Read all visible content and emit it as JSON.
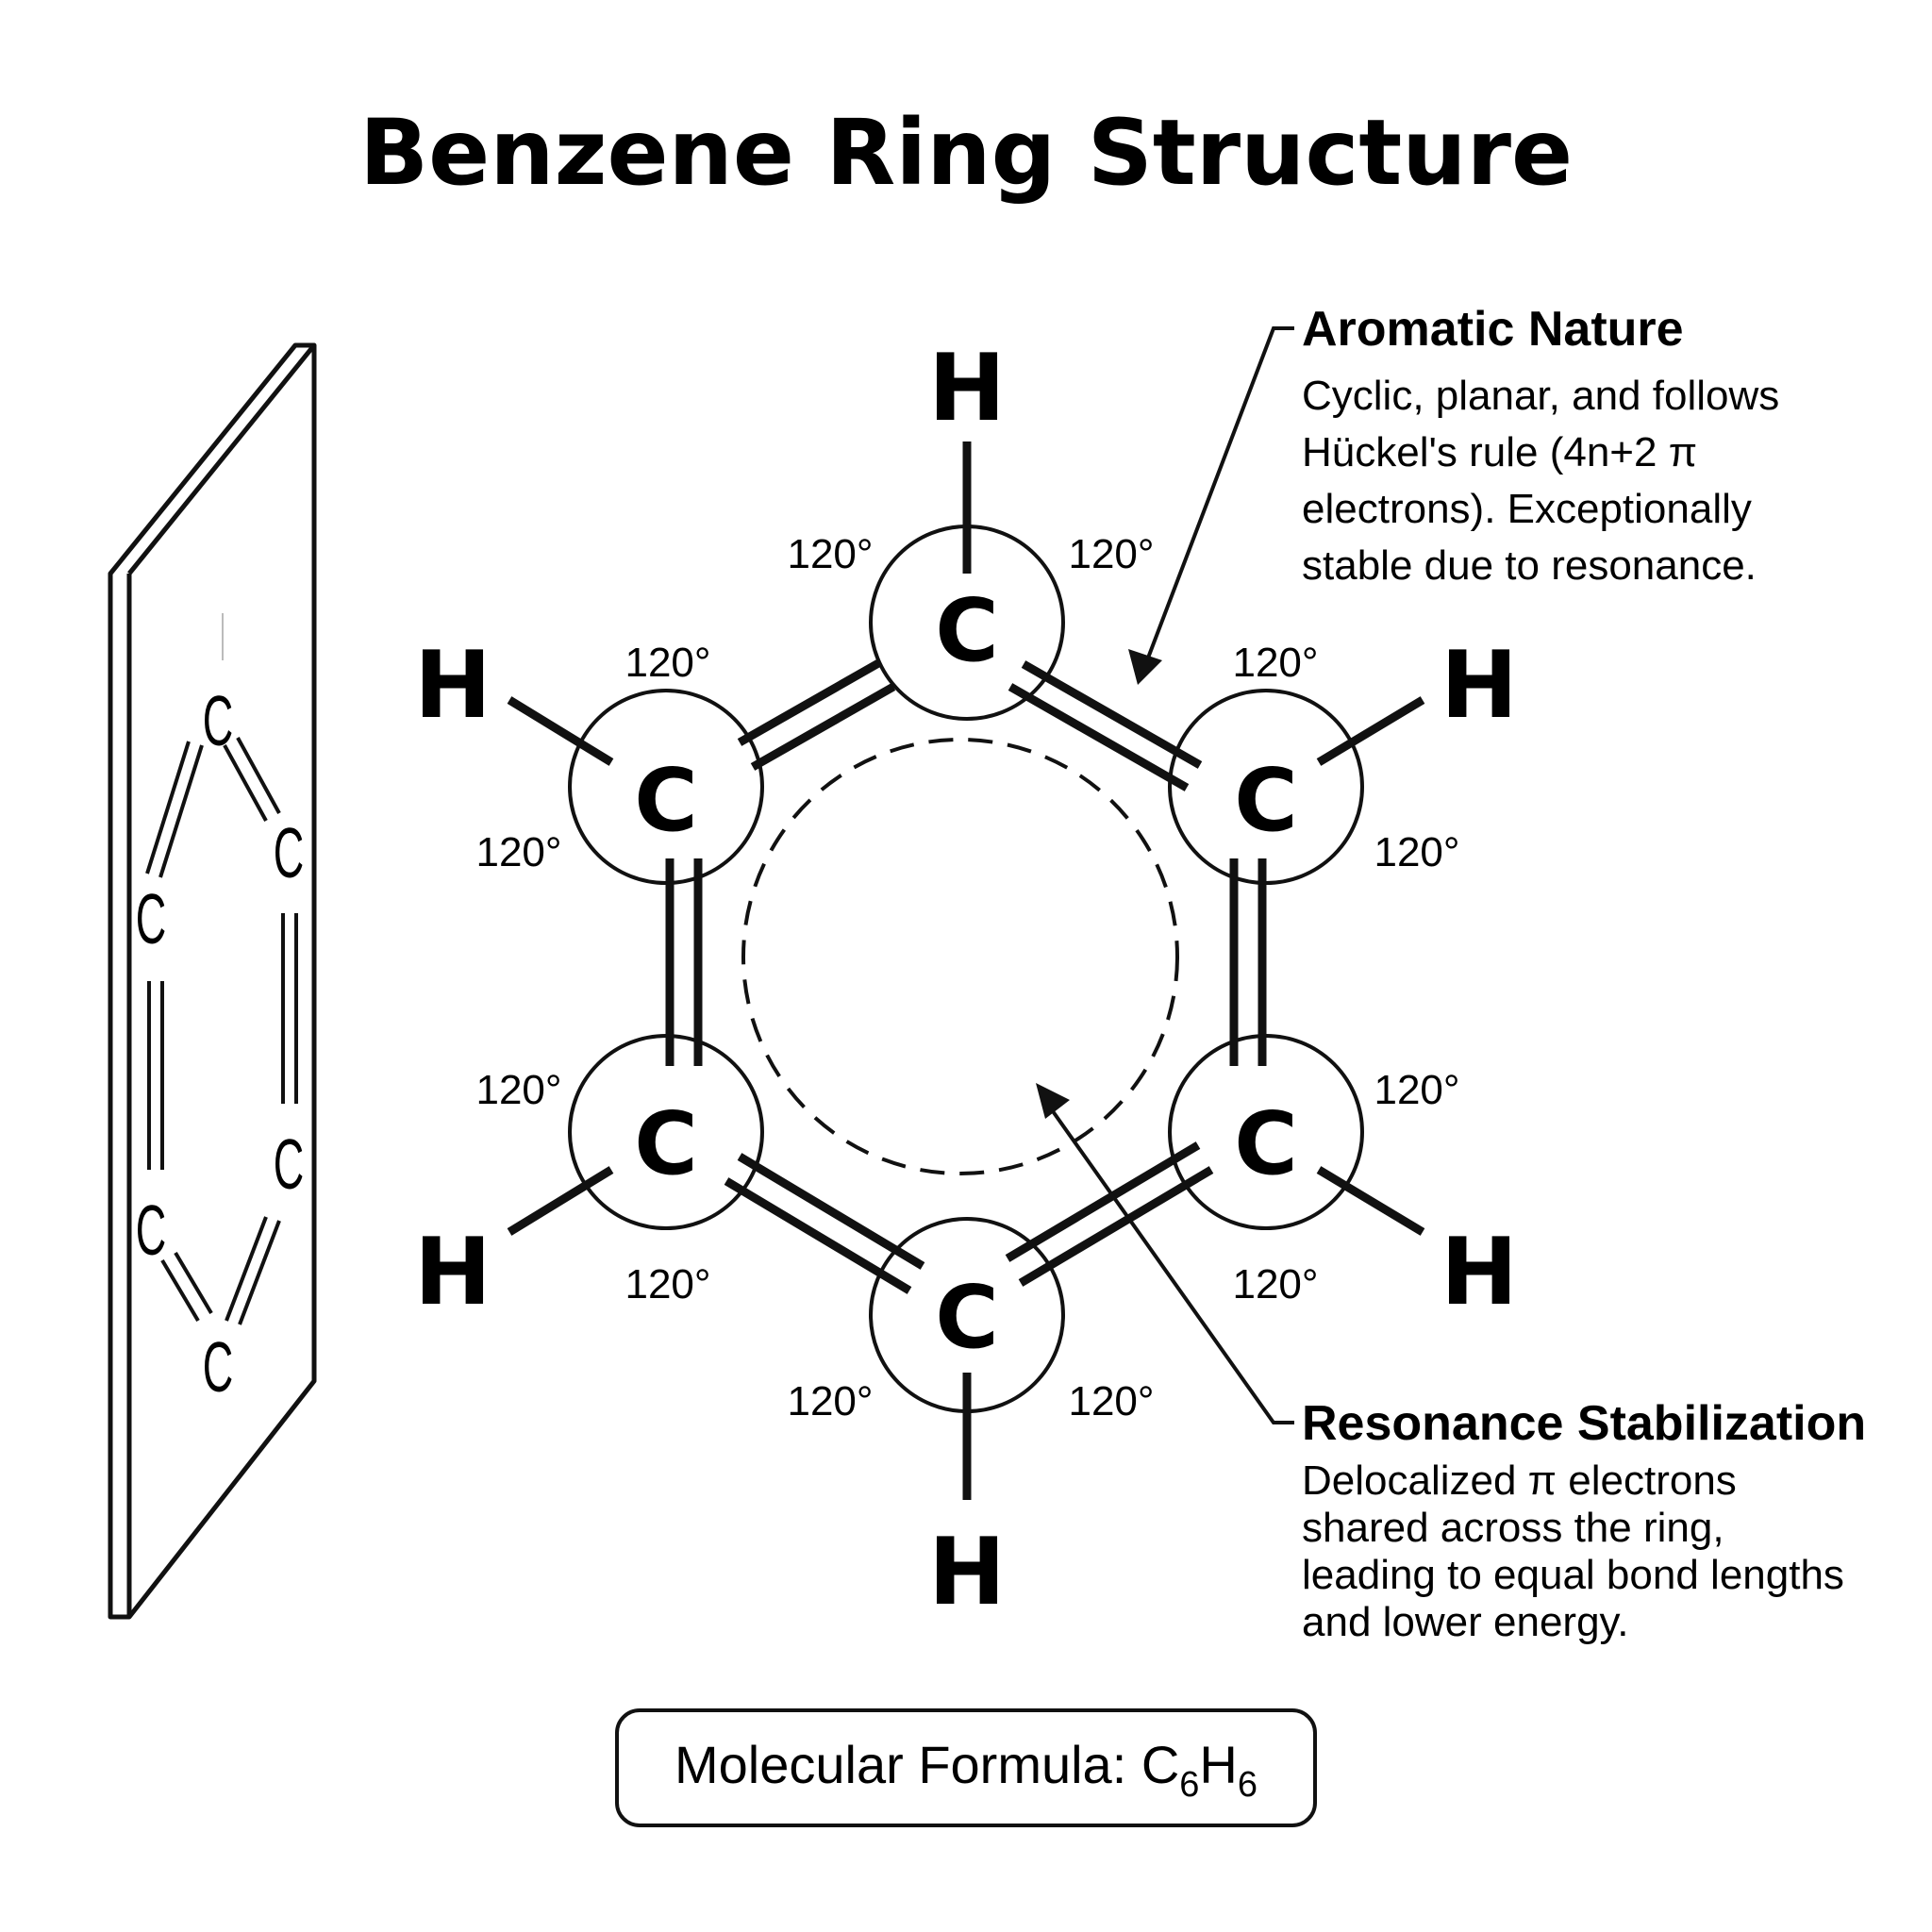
{
  "title": "Benzene Ring Structure",
  "atoms": {
    "carbon_symbol": "C",
    "hydrogen_symbol": "H"
  },
  "bond_angle_label": "120°",
  "aromatic_note": {
    "title": "Aromatic Nature",
    "lines": [
      "Cyclic, planar, and follows",
      "Hückel's rule (4n+2 π",
      "electrons). Exceptionally",
      "stable due to resonance."
    ]
  },
  "resonance_note": {
    "title": "Resonance Stabilization",
    "lines": [
      "Delocalized π electrons",
      "shared across the ring,",
      "leading to equal bond lengths",
      "and lower energy."
    ]
  },
  "formula": {
    "prefix": "Molecular Formula: ",
    "element1": "C",
    "count1": "6",
    "element2": "H",
    "count2": "6"
  }
}
